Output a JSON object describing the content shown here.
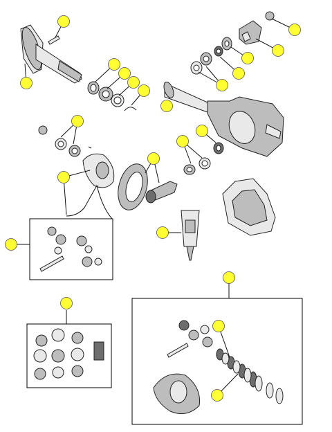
{
  "page": {
    "background": "#ffffff"
  },
  "colors": {
    "callout_fill": "#ffff33",
    "callout_stroke": "#555555",
    "line": "#111111",
    "box": "#000000"
  },
  "product_label": "",
  "callouts": [
    {
      "id": "axle-shaft-bolt"
    },
    {
      "id": "axle-shaft"
    },
    {
      "id": "axle-seal"
    },
    {
      "id": "axle-bearing"
    },
    {
      "id": "axle-bearing-cup"
    },
    {
      "id": "axle-retainer-clip"
    },
    {
      "id": "yoke-nut"
    },
    {
      "id": "pinion-yoke"
    },
    {
      "id": "pinion-seal"
    },
    {
      "id": "pinion-bearing-outer"
    },
    {
      "id": "pinion-seal-washer"
    },
    {
      "id": "housing-axle-tube"
    },
    {
      "id": "carrier-bearings"
    },
    {
      "id": "pinion-bearing-inner"
    },
    {
      "id": "pinion-bearing-kit"
    },
    {
      "id": "ring-pinion-gear"
    },
    {
      "id": "carrier-case"
    },
    {
      "id": "rtv-sealant"
    },
    {
      "id": "spider-gear-kit"
    },
    {
      "id": "master-overhaul-kit"
    },
    {
      "id": "limited-slip-unit"
    },
    {
      "id": "clutch-pack-plates"
    },
    {
      "id": "clutch-pack-discs"
    }
  ]
}
